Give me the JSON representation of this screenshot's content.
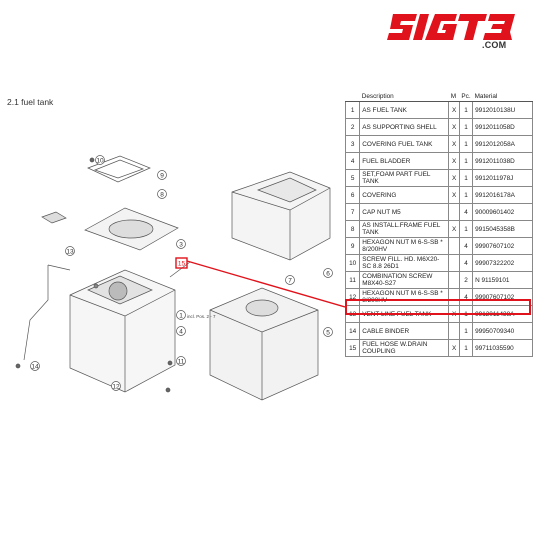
{
  "logo": {
    "text": "SIGT3",
    "domain": ".COM",
    "color": "#e0121b"
  },
  "section": {
    "title": "2.1  fuel tank"
  },
  "table": {
    "headers": {
      "idx": "",
      "description": "Description",
      "m": "M",
      "pc": "Pc.",
      "material": "Material"
    },
    "rows": [
      {
        "idx": "1",
        "description": "AS FUEL TANK",
        "m": "X",
        "pc": "1",
        "material": "9912010138U"
      },
      {
        "idx": "2",
        "description": "AS SUPPORTING SHELL",
        "m": "X",
        "pc": "1",
        "material": "9912011058D"
      },
      {
        "idx": "3",
        "description": "COVERING FUEL TANK",
        "m": "X",
        "pc": "1",
        "material": "9912012058A"
      },
      {
        "idx": "4",
        "description": "FUEL BLADDER",
        "m": "X",
        "pc": "1",
        "material": "9912011038D"
      },
      {
        "idx": "5",
        "description": "SET,FOAM PART FUEL TANK",
        "m": "X",
        "pc": "1",
        "material": "9912011978J"
      },
      {
        "idx": "6",
        "description": "COVERING",
        "m": "X",
        "pc": "1",
        "material": "9912016178A"
      },
      {
        "idx": "7",
        "description": "CAP NUT M5",
        "m": "",
        "pc": "4",
        "material": "90009601402"
      },
      {
        "idx": "8",
        "description": "AS INSTALL.FRAME FUEL TANK",
        "m": "X",
        "pc": "1",
        "material": "9915045358B"
      },
      {
        "idx": "9",
        "description": "HEXAGON NUT M 6-S-SB * 8/200HV",
        "m": "",
        "pc": "4",
        "material": "99907607102"
      },
      {
        "idx": "10",
        "description": "SCREW FILL. HD. M6X20-SC 8.8 26D1",
        "m": "",
        "pc": "4",
        "material": "99907322202"
      },
      {
        "idx": "11",
        "description": "COMBINATION SCREW M8X40-S27",
        "m": "",
        "pc": "2",
        "material": "N  91159101"
      },
      {
        "idx": "12",
        "description": "HEXAGON NUT M 6-S-SB * 8/200HV",
        "m": "",
        "pc": "4",
        "material": "99907607102"
      },
      {
        "idx": "13",
        "description": "VENT LINE FUEL TANK",
        "m": "X",
        "pc": "1",
        "material": "9912011438A"
      },
      {
        "idx": "14",
        "description": "CABLE BINDER",
        "m": "",
        "pc": "1",
        "material": "99950709340"
      },
      {
        "idx": "15",
        "description": "FUEL HOSE W.DRAIN COUPLING",
        "m": "X",
        "pc": "1",
        "material": "99711035590"
      }
    ]
  },
  "diagram": {
    "callouts": [
      "10",
      "9",
      "8",
      "3",
      "15",
      "1",
      "4",
      "13",
      "6",
      "7",
      "5",
      "11",
      "14",
      "12"
    ],
    "note": "incl. Pos. 2 - 7",
    "highlight_color": "#e0121b"
  }
}
